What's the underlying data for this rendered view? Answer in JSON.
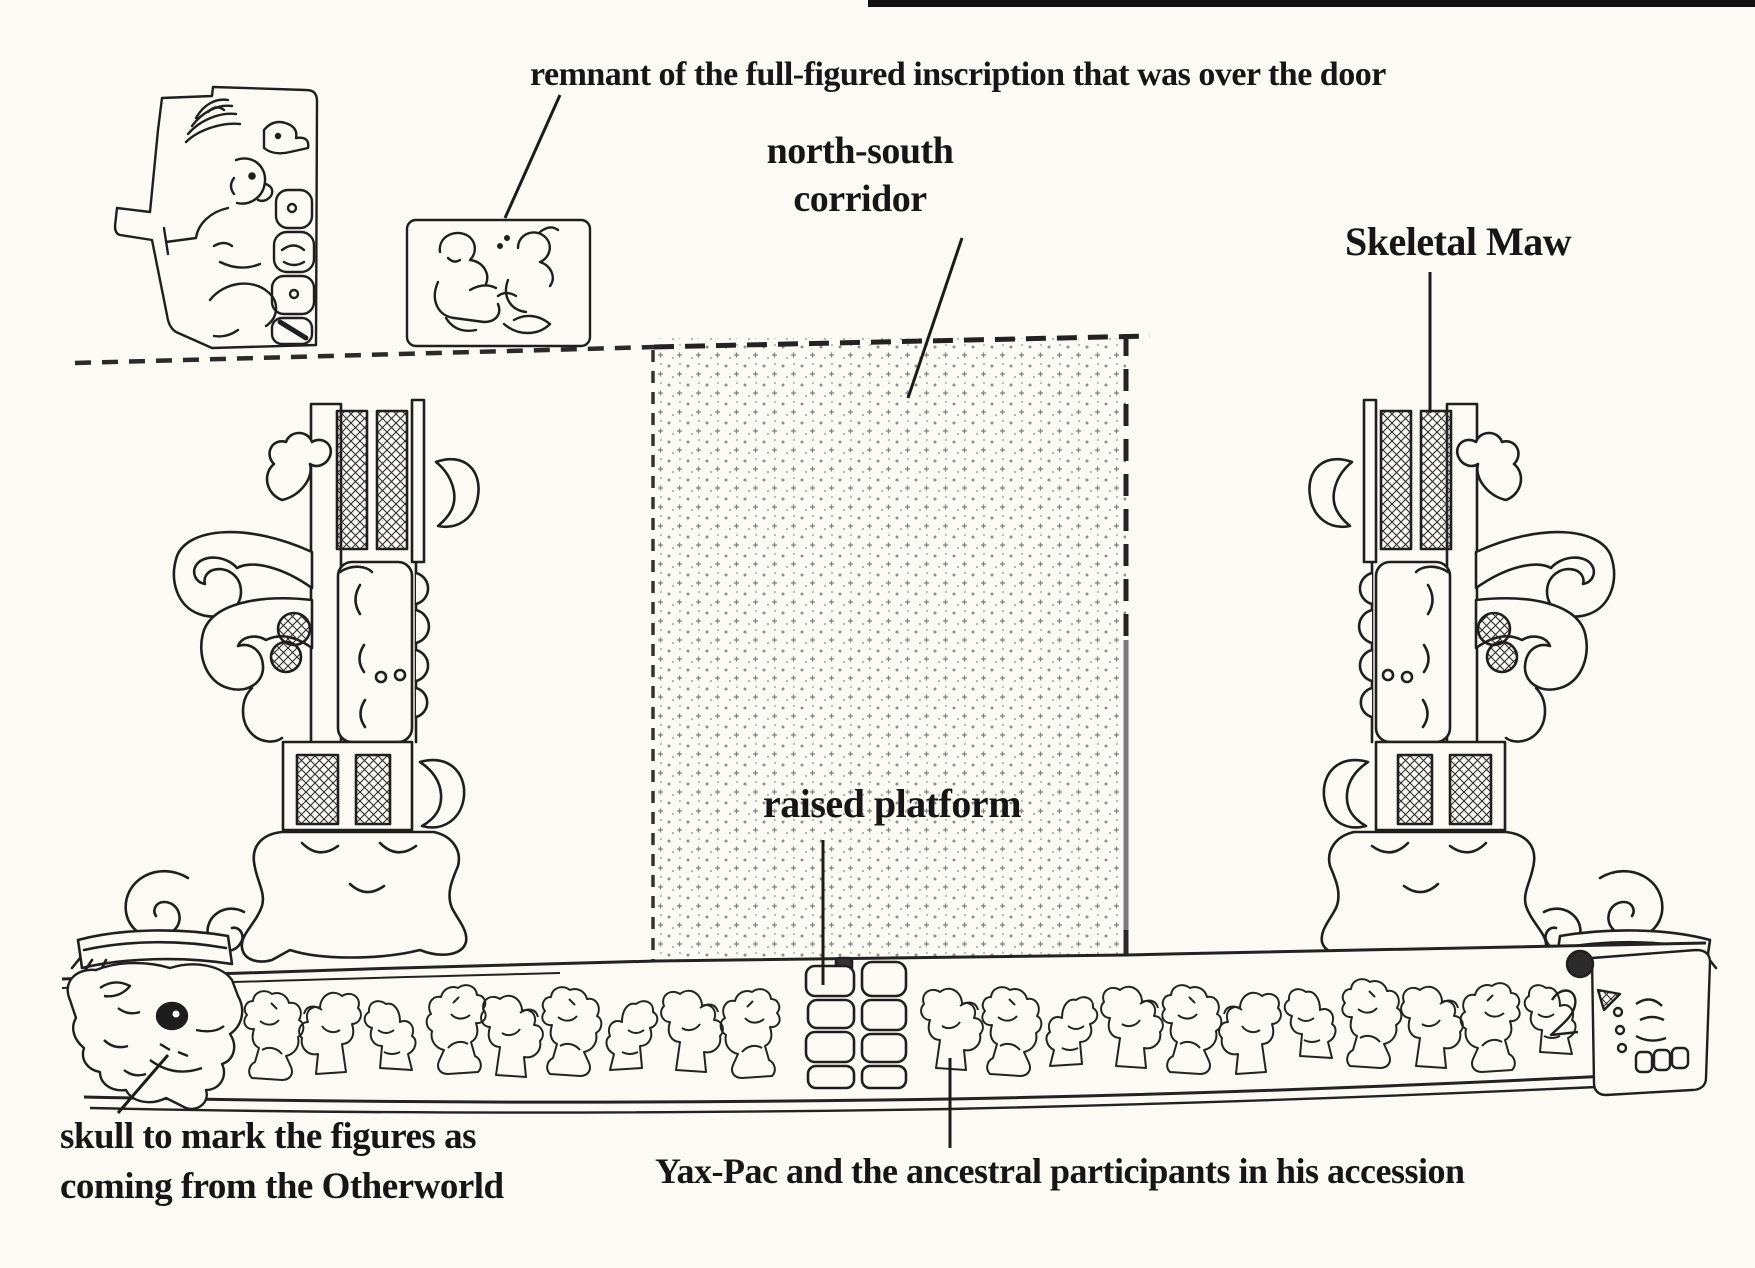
{
  "figure": {
    "type": "scanned line-drawing diagram of a Maya temple doorway (inner doorway with Skeletal Maw panels, raised platform and accession frieze)",
    "palette": {
      "paper": "#fbfaf4",
      "ink": "#1c1c1c",
      "stipple_dots": "#8e8e8e",
      "gray_edge": "#777777"
    }
  },
  "annotations": {
    "inscription": "remnant of the full-figured inscription that was over the door",
    "corridor_line1": "north-south",
    "corridor_line2": "corridor",
    "skeletal_maw": "Skeletal Maw",
    "raised_platform": "raised platform",
    "skull_line1": "skull to mark the figures as",
    "skull_line2": "coming from the Otherworld",
    "yaxpac": "Yax-Pac and the ancestral participants in his accession"
  }
}
